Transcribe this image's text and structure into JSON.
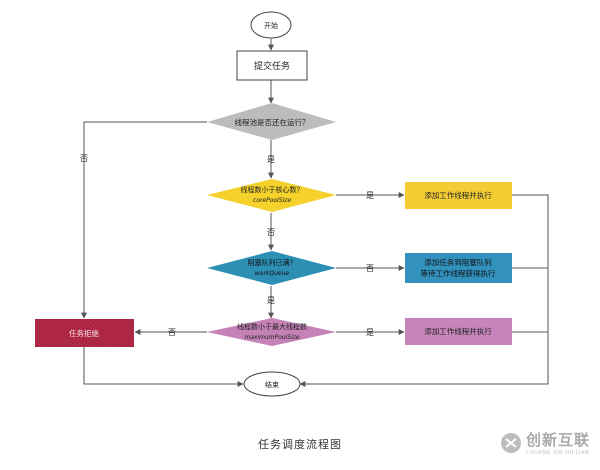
{
  "nodes": {
    "start": "开始",
    "submit": "提交任务",
    "pool_running": "线程池是否还在运行？",
    "core_check": {
      "line1": "线程数小于核心数？",
      "line2": "corePoolSize"
    },
    "queue_check": {
      "line1": "阻塞队列已满？",
      "line2": "workQueue"
    },
    "max_check": {
      "line1": "线程数小于最大线程数",
      "line2": "maximumPoolSize"
    },
    "add_worker_1": "添加工作线程并执行",
    "add_queue": {
      "line1": "添加任务到阻塞队列",
      "line2": "等待工作线程获得执行"
    },
    "add_worker_2": "添加工作线程并执行",
    "reject": "任务拒绝",
    "end": "结束"
  },
  "edges": {
    "yes": "是",
    "no": "否"
  },
  "caption": "任务调度流程图",
  "watermark": {
    "title": "创新互联",
    "subtitle": "CHUANG XIN HU LIAN"
  },
  "colors": {
    "pool_diamond": "#bcbcbc",
    "core_diamond": "#f5d12c",
    "queue_diamond": "#2e8fb5",
    "max_diamond": "#c482b7",
    "yellow_box": "#f3cd33",
    "blue_box": "#3291bd",
    "purple_box": "#c585ba",
    "reject_box": "#b32946",
    "line": "#555555"
  }
}
